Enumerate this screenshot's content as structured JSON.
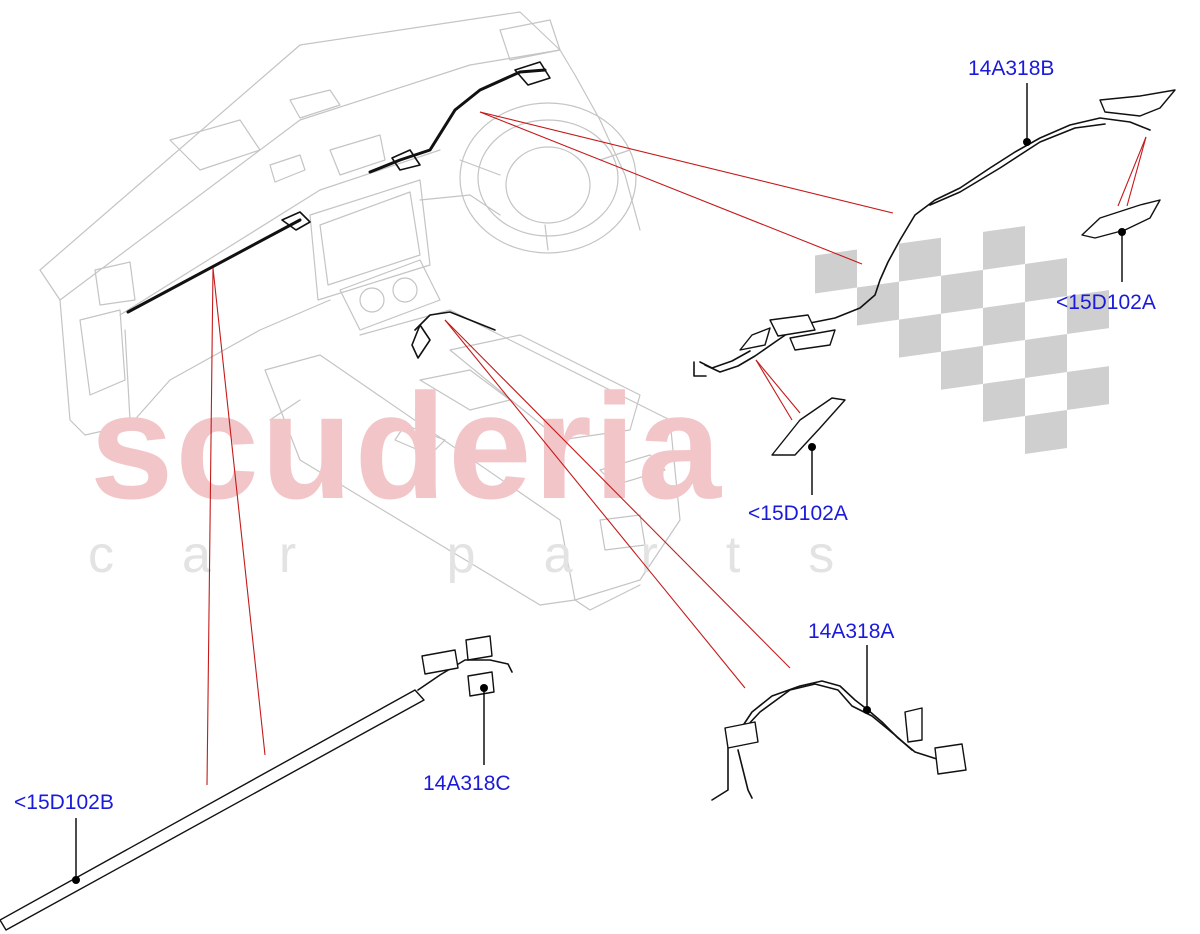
{
  "watermark": {
    "brand": "scuderia",
    "tagline": "car parts"
  },
  "labels": {
    "part_14A318B": "14A318B",
    "part_15D102A_upper": "<15D102A",
    "part_15D102A_lower": "<15D102A",
    "part_14A318A": "14A318A",
    "part_14A318C": "14A318C",
    "part_15D102B": "<15D102B"
  }
}
